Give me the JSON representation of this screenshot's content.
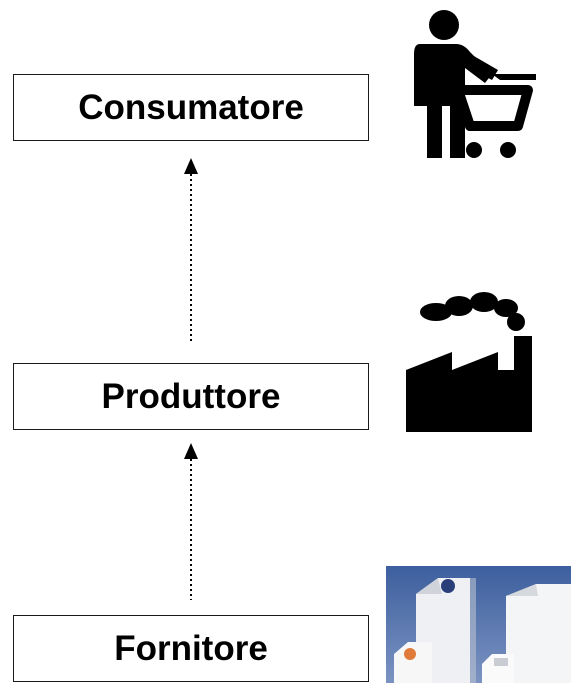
{
  "nodes": {
    "consumer": {
      "label": "Consumatore",
      "icon": "shopping-cart-person-icon"
    },
    "producer": {
      "label": "Produttore",
      "icon": "factory-icon"
    },
    "supplier": {
      "label": "Fornitore",
      "icon": "milk-cartons-photo"
    }
  },
  "edges": [
    {
      "from": "supplier",
      "to": "producer",
      "style": "dotted-arrow"
    },
    {
      "from": "producer",
      "to": "consumer",
      "style": "dotted-arrow"
    }
  ],
  "colors": {
    "border": "#1a1a1a",
    "text": "#000000",
    "icon": "#000000",
    "photo_background": "#3d5f9e"
  }
}
